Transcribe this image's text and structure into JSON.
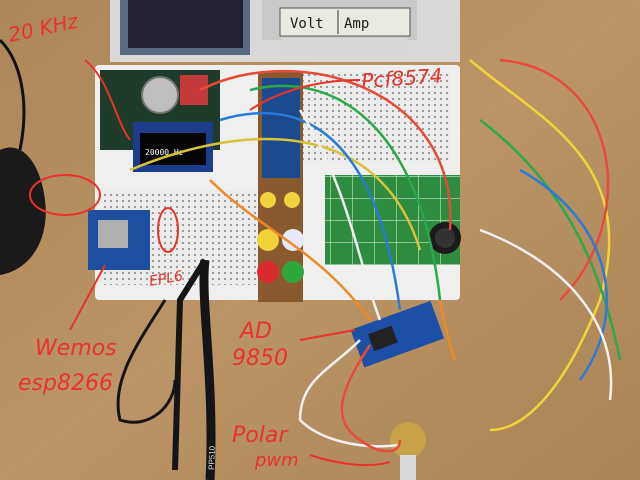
{
  "annotations": {
    "freq": "20 KHz",
    "pcf": "Pcf8574",
    "wemos_line1": "Wemos",
    "wemos_line2": "esp8266",
    "ad_line1": "AD",
    "ad_line2": "9850",
    "polar_line1": "Polar",
    "polar_line2": "pwm",
    "led_label": "EPL6"
  },
  "lcd": {
    "volt": "Volt",
    "amp": "Amp"
  },
  "oled": {
    "readout": "20000 Hz"
  },
  "probe": {
    "model": "PP510"
  },
  "colors": {
    "table": "#b08a5a",
    "breadboard": "#efefef",
    "annotation": "#e8322a",
    "green_pcb": "#2e8c3e"
  }
}
